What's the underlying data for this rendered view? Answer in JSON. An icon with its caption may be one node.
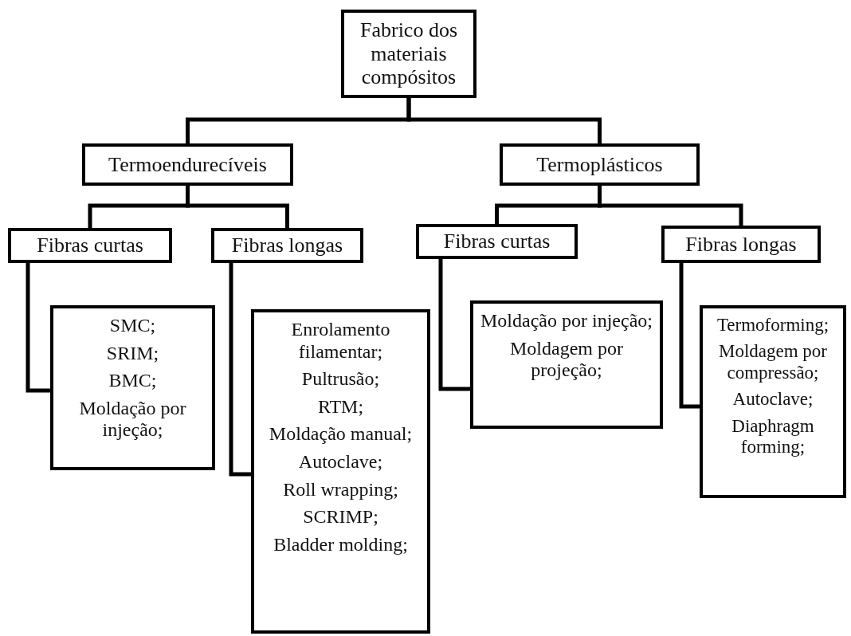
{
  "diagram": {
    "nodes": [
      {
        "text": [
          "Fabrico dos materiais compósitos"
        ]
      },
      {
        "text": [
          "Termoendurecíveis"
        ]
      },
      {
        "text": [
          "Termoplásticos"
        ]
      },
      {
        "text": [
          "Fibras curtas"
        ]
      },
      {
        "text": [
          "Fibras longas"
        ]
      },
      {
        "text": [
          "Fibras curtas"
        ]
      },
      {
        "text": [
          "Fibras longas"
        ]
      },
      {
        "text": [
          "SMC;",
          "SRIM;",
          "BMC;",
          "Moldação por injeção;"
        ]
      },
      {
        "text": [
          "Enrolamento filamentar;",
          "Pultrusão;",
          "RTM;",
          "Moldação manual;",
          "Autoclave;",
          "Roll wrapping;",
          "SCRIMP;",
          "Bladder molding;"
        ]
      },
      {
        "text": [
          "Moldação por injeção;",
          "Moldagem por projeção;"
        ]
      },
      {
        "text": [
          "Termoforming;",
          "Moldagem por compressão;",
          "Autoclave;",
          "Diaphragm forming;"
        ]
      }
    ],
    "edges": [
      {
        "from": 0,
        "to": 1,
        "arrow": "none"
      },
      {
        "from": 0,
        "to": 2,
        "arrow": "none"
      },
      {
        "from": 1,
        "to": 3,
        "arrow": "none"
      },
      {
        "from": 1,
        "to": 4,
        "arrow": "none"
      },
      {
        "from": 2,
        "to": 5,
        "arrow": "none"
      },
      {
        "from": 2,
        "to": 6,
        "arrow": "none"
      },
      {
        "from": 3,
        "to": 7,
        "arrow": "none"
      },
      {
        "from": 4,
        "to": 8,
        "arrow": "none"
      },
      {
        "from": 5,
        "to": 9,
        "arrow": "none"
      },
      {
        "from": 6,
        "to": 10,
        "arrow": "none"
      }
    ]
  }
}
